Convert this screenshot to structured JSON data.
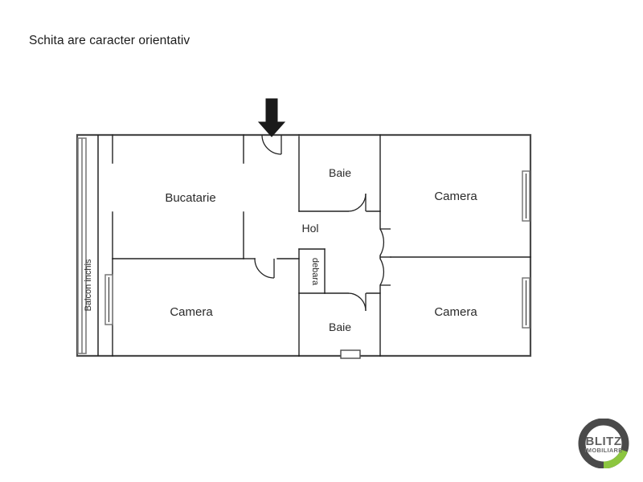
{
  "page": {
    "background_color": "#ffffff",
    "disclaimer": "Schita are caracter orientativ"
  },
  "floorplan": {
    "name": "apartment-floor-plan",
    "wall_color": "#222222",
    "thin_wall_color": "#8a8a8a",
    "entrance_marker": "entrance-arrow",
    "rooms": [
      {
        "id": "balcon",
        "label": "Balcon inchis",
        "orientation": "vertical-ccw"
      },
      {
        "id": "bucatarie",
        "label": "Bucatarie",
        "orientation": "horizontal"
      },
      {
        "id": "camera-stanga-jos",
        "label": "Camera",
        "orientation": "horizontal"
      },
      {
        "id": "baie-sus",
        "label": "Baie",
        "orientation": "horizontal"
      },
      {
        "id": "hol",
        "label": "Hol",
        "orientation": "horizontal"
      },
      {
        "id": "debara",
        "label": "debara",
        "orientation": "vertical-cw"
      },
      {
        "id": "baie-jos",
        "label": "Baie",
        "orientation": "horizontal"
      },
      {
        "id": "camera-dreapta-sus",
        "label": "Camera",
        "orientation": "horizontal"
      },
      {
        "id": "camera-dreapta-jos",
        "label": "Camera",
        "orientation": "horizontal"
      }
    ]
  },
  "logo": {
    "name": "blitz-imobiliare-logo",
    "primary_text": "BLITZ",
    "secondary_text": "IMOBILIARE",
    "ring_color": "#4a4a4a",
    "accent_color": "#8cc63f",
    "text_color": "#5a5a5a"
  }
}
